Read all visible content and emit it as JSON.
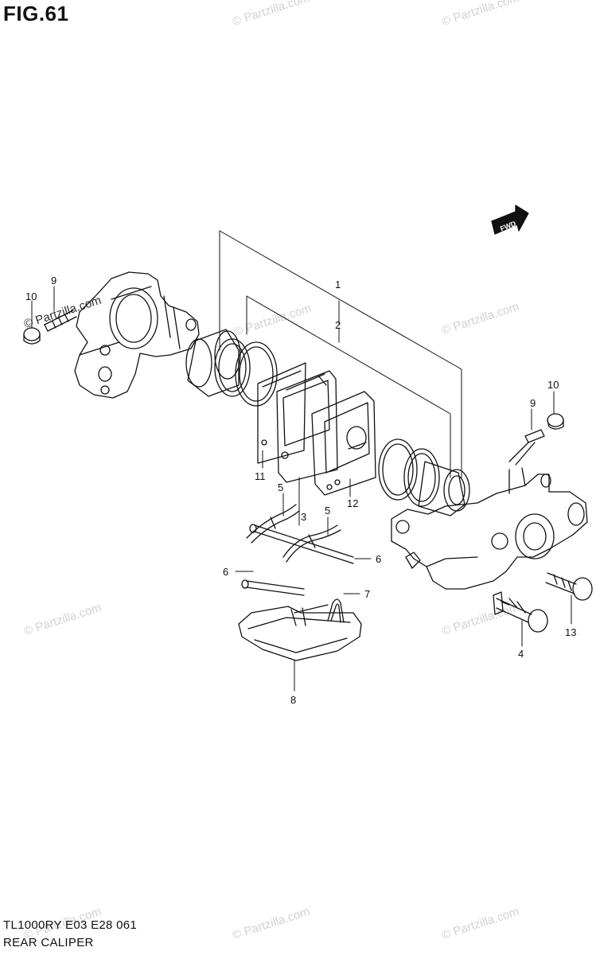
{
  "figure": {
    "title": "FIG.61",
    "model_code": "TL1000RY  E03  E28   061",
    "section_name": "REAR CALIPER"
  },
  "fwd_label": "FWD",
  "watermark_text": "© Partzilla.com",
  "callouts": [
    {
      "id": "c1",
      "label": "1"
    },
    {
      "id": "c2",
      "label": "2"
    },
    {
      "id": "c3",
      "label": "3"
    },
    {
      "id": "c4",
      "label": "4"
    },
    {
      "id": "c5a",
      "label": "5"
    },
    {
      "id": "c5b",
      "label": "5"
    },
    {
      "id": "c6a",
      "label": "6"
    },
    {
      "id": "c6b",
      "label": "6"
    },
    {
      "id": "c7",
      "label": "7"
    },
    {
      "id": "c8",
      "label": "8"
    },
    {
      "id": "c9a",
      "label": "9"
    },
    {
      "id": "c9b",
      "label": "9"
    },
    {
      "id": "c10a",
      "label": "10"
    },
    {
      "id": "c10b",
      "label": "10"
    },
    {
      "id": "c11",
      "label": "11"
    },
    {
      "id": "c12",
      "label": "12"
    },
    {
      "id": "c13",
      "label": "13"
    }
  ],
  "colors": {
    "line": "#111111",
    "watermark": "#d2d2d2",
    "arrow": "#111111"
  }
}
